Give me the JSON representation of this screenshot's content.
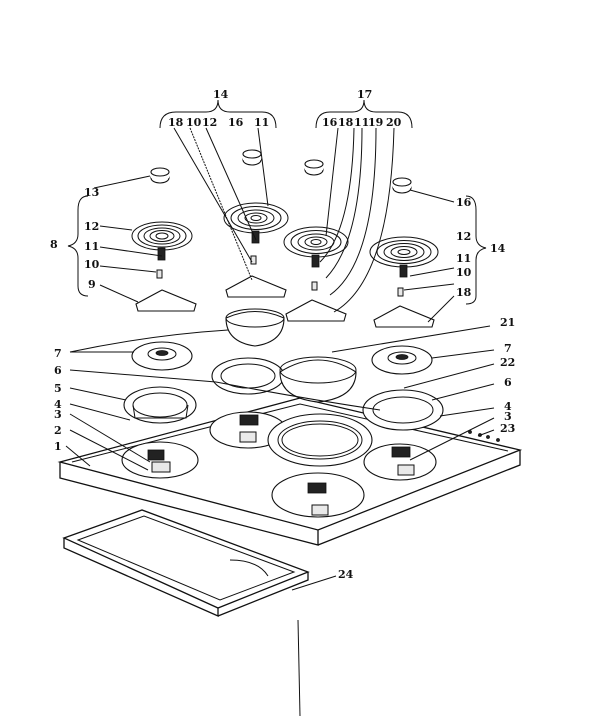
{
  "callouts": {
    "c1": "1",
    "c2": "2",
    "c3a": "3",
    "c3b": "3",
    "c4a": "4",
    "c4b": "4",
    "c5": "5",
    "c6a": "6",
    "c6b": "6",
    "c7a": "7",
    "c7b": "7",
    "c8": "8",
    "c9": "9",
    "c10a": "10",
    "c10b": "10",
    "c10c": "10",
    "c11a": "11",
    "c11b": "11",
    "c11c": "11",
    "c11d": "11",
    "c12a": "12",
    "c12b": "12",
    "c12c": "12",
    "c13": "13",
    "c14a": "14",
    "c14b": "14",
    "c16a": "16",
    "c16b": "16",
    "c16c": "16",
    "c17": "17",
    "c18a": "18",
    "c18b": "18",
    "c18c": "18",
    "c19": "19",
    "c20": "20",
    "c21": "21",
    "c22": "22",
    "c23": "23",
    "c24": "24"
  }
}
